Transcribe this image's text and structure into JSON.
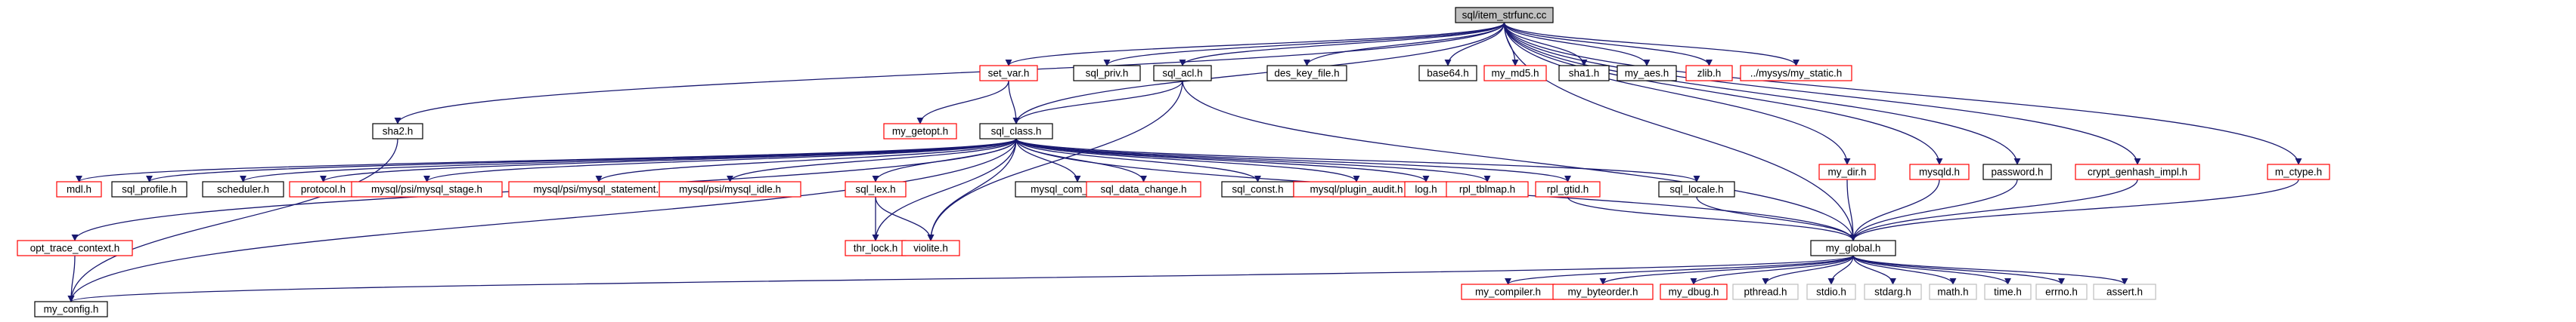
{
  "colors": {
    "edge": "#191970",
    "root_fill": "#bfbfbf",
    "normal_border": "#000000",
    "link_border": "#ff0000",
    "external_border": "#bfbfbf",
    "background": "#ffffff"
  },
  "nodes": {
    "root": {
      "label": "sql/item_strfunc.cc",
      "kind": "root"
    },
    "set_var": {
      "label": "set_var.h",
      "kind": "link"
    },
    "sql_priv": {
      "label": "sql_priv.h",
      "kind": "normal"
    },
    "sql_acl": {
      "label": "sql_acl.h",
      "kind": "normal"
    },
    "des_key_file": {
      "label": "des_key_file.h",
      "kind": "normal"
    },
    "base64": {
      "label": "base64.h",
      "kind": "normal"
    },
    "my_md5": {
      "label": "my_md5.h",
      "kind": "link"
    },
    "sha1": {
      "label": "sha1.h",
      "kind": "normal"
    },
    "my_aes": {
      "label": "my_aes.h",
      "kind": "normal"
    },
    "zlib": {
      "label": "zlib.h",
      "kind": "link"
    },
    "my_static": {
      "label": "../mysys/my_static.h",
      "kind": "link"
    },
    "sha2": {
      "label": "sha2.h",
      "kind": "normal"
    },
    "my_getopt": {
      "label": "my_getopt.h",
      "kind": "link"
    },
    "sql_class": {
      "label": "sql_class.h",
      "kind": "normal"
    },
    "my_dir": {
      "label": "my_dir.h",
      "kind": "link"
    },
    "mysqld": {
      "label": "mysqld.h",
      "kind": "link"
    },
    "password": {
      "label": "password.h",
      "kind": "normal"
    },
    "crypt_genhash": {
      "label": "crypt_genhash_impl.h",
      "kind": "link"
    },
    "m_ctype": {
      "label": "m_ctype.h",
      "kind": "link"
    },
    "mdl": {
      "label": "mdl.h",
      "kind": "link"
    },
    "sql_profile": {
      "label": "sql_profile.h",
      "kind": "normal"
    },
    "scheduler": {
      "label": "scheduler.h",
      "kind": "normal"
    },
    "protocol": {
      "label": "protocol.h",
      "kind": "link"
    },
    "psi_stage": {
      "label": "mysql/psi/mysql_stage.h",
      "kind": "link"
    },
    "psi_statement": {
      "label": "mysql/psi/mysql_statement.h",
      "kind": "link"
    },
    "psi_idle": {
      "label": "mysql/psi/mysql_idle.h",
      "kind": "link"
    },
    "sql_lex": {
      "label": "sql_lex.h",
      "kind": "link"
    },
    "mysql_com_server": {
      "label": "mysql_com_server.h",
      "kind": "normal"
    },
    "sql_data_change": {
      "label": "sql_data_change.h",
      "kind": "link"
    },
    "sql_const": {
      "label": "sql_const.h",
      "kind": "normal"
    },
    "plugin_audit": {
      "label": "mysql/plugin_audit.h",
      "kind": "link"
    },
    "log": {
      "label": "log.h",
      "kind": "link"
    },
    "rpl_tblmap": {
      "label": "rpl_tblmap.h",
      "kind": "link"
    },
    "rpl_gtid": {
      "label": "rpl_gtid.h",
      "kind": "link"
    },
    "sql_locale": {
      "label": "sql_locale.h",
      "kind": "normal"
    },
    "opt_trace_context": {
      "label": "opt_trace_context.h",
      "kind": "link"
    },
    "thr_lock": {
      "label": "thr_lock.h",
      "kind": "link"
    },
    "violite": {
      "label": "violite.h",
      "kind": "link"
    },
    "my_global": {
      "label": "my_global.h",
      "kind": "normal"
    },
    "my_config": {
      "label": "my_config.h",
      "kind": "normal"
    },
    "my_compiler": {
      "label": "my_compiler.h",
      "kind": "link"
    },
    "my_byteorder": {
      "label": "my_byteorder.h",
      "kind": "link"
    },
    "my_dbug": {
      "label": "my_dbug.h",
      "kind": "link"
    },
    "pthread": {
      "label": "pthread.h",
      "kind": "external"
    },
    "stdio": {
      "label": "stdio.h",
      "kind": "external"
    },
    "stdarg": {
      "label": "stdarg.h",
      "kind": "external"
    },
    "math": {
      "label": "math.h",
      "kind": "external"
    },
    "time": {
      "label": "time.h",
      "kind": "external"
    },
    "errno": {
      "label": "errno.h",
      "kind": "external"
    },
    "assert": {
      "label": "assert.h",
      "kind": "external"
    }
  },
  "edges": [
    [
      "root",
      "set_var"
    ],
    [
      "root",
      "sql_priv"
    ],
    [
      "root",
      "sql_acl"
    ],
    [
      "root",
      "des_key_file"
    ],
    [
      "root",
      "base64"
    ],
    [
      "root",
      "my_md5"
    ],
    [
      "root",
      "sha1"
    ],
    [
      "root",
      "my_aes"
    ],
    [
      "root",
      "zlib"
    ],
    [
      "root",
      "my_static"
    ],
    [
      "root",
      "sha2"
    ],
    [
      "root",
      "sql_class"
    ],
    [
      "root",
      "my_dir"
    ],
    [
      "root",
      "mysqld"
    ],
    [
      "root",
      "password"
    ],
    [
      "root",
      "crypt_genhash"
    ],
    [
      "root",
      "m_ctype"
    ],
    [
      "root",
      "my_global"
    ],
    [
      "set_var",
      "my_getopt"
    ],
    [
      "set_var",
      "sql_class"
    ],
    [
      "sql_acl",
      "sql_class"
    ],
    [
      "sql_acl",
      "violite"
    ],
    [
      "sql_acl",
      "my_global"
    ],
    [
      "sha2",
      "my_config"
    ],
    [
      "sql_class",
      "mdl"
    ],
    [
      "sql_class",
      "sql_profile"
    ],
    [
      "sql_class",
      "scheduler"
    ],
    [
      "sql_class",
      "protocol"
    ],
    [
      "sql_class",
      "psi_stage"
    ],
    [
      "sql_class",
      "psi_statement"
    ],
    [
      "sql_class",
      "psi_idle"
    ],
    [
      "sql_class",
      "sql_lex"
    ],
    [
      "sql_class",
      "mysql_com_server"
    ],
    [
      "sql_class",
      "sql_data_change"
    ],
    [
      "sql_class",
      "sql_const"
    ],
    [
      "sql_class",
      "plugin_audit"
    ],
    [
      "sql_class",
      "log"
    ],
    [
      "sql_class",
      "rpl_tblmap"
    ],
    [
      "sql_class",
      "rpl_gtid"
    ],
    [
      "sql_class",
      "sql_locale"
    ],
    [
      "sql_class",
      "opt_trace_context"
    ],
    [
      "sql_class",
      "thr_lock"
    ],
    [
      "sql_class",
      "violite"
    ],
    [
      "sql_class",
      "my_global"
    ],
    [
      "sql_class",
      "my_config"
    ],
    [
      "sql_lex",
      "thr_lock"
    ],
    [
      "sql_lex",
      "violite"
    ],
    [
      "rpl_gtid",
      "my_global"
    ],
    [
      "sql_locale",
      "my_global"
    ],
    [
      "my_dir",
      "my_global"
    ],
    [
      "mysqld",
      "my_global"
    ],
    [
      "password",
      "my_global"
    ],
    [
      "crypt_genhash",
      "my_global"
    ],
    [
      "m_ctype",
      "my_global"
    ],
    [
      "opt_trace_context",
      "my_config"
    ],
    [
      "my_global",
      "my_config"
    ],
    [
      "my_global",
      "my_compiler"
    ],
    [
      "my_global",
      "my_byteorder"
    ],
    [
      "my_global",
      "my_dbug"
    ],
    [
      "my_global",
      "pthread"
    ],
    [
      "my_global",
      "stdio"
    ],
    [
      "my_global",
      "stdarg"
    ],
    [
      "my_global",
      "math"
    ],
    [
      "my_global",
      "time"
    ],
    [
      "my_global",
      "errno"
    ],
    [
      "my_global",
      "assert"
    ]
  ]
}
